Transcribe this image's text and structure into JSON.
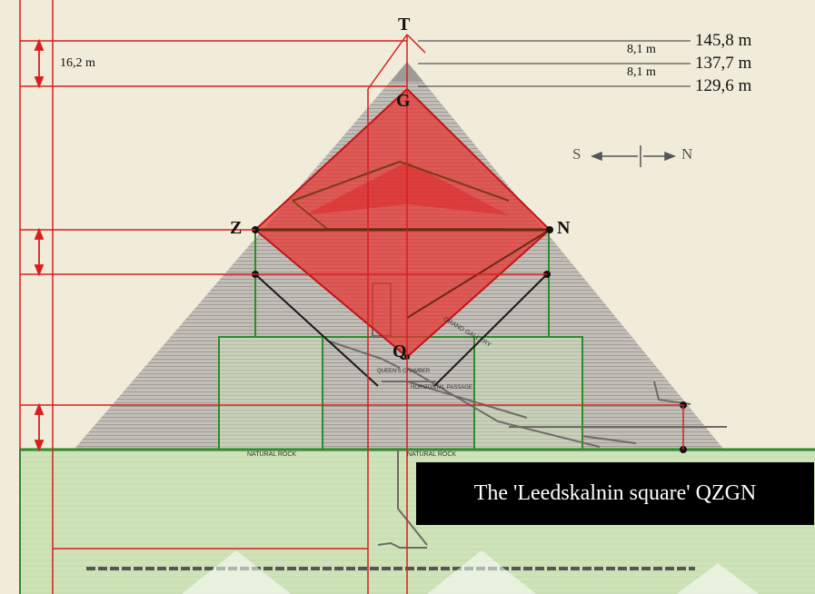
{
  "points": {
    "t": "T",
    "g": "G",
    "z": "Z",
    "n": "N",
    "q": "Q"
  },
  "elevations": {
    "top": "145,8 m",
    "mid": "137,7 m",
    "low": "129,6 m"
  },
  "spans": {
    "upper": "8,1 m",
    "lower": "8,1 m",
    "total": "16,2 m"
  },
  "orientation": {
    "south": "S",
    "north": "N"
  },
  "caption": "The 'Leedskalnin square' QZGN",
  "drawing_labels": {
    "natural_rock_left": "NATURAL ROCK",
    "natural_rock_mid": "NATURAL ROCK",
    "grand_gallery": "GRAND GALLERY",
    "horizontal_passage": "HORIZONTAL PASSAGE",
    "queens_chamber": "QUEEN'S CHAMBER"
  },
  "colors": {
    "square_fill": "#e8322f",
    "ground_fill": "#cfe3b8",
    "red_line": "#d81e1e",
    "green_line": "#2e8b2e",
    "caption_bg": "#000000"
  }
}
